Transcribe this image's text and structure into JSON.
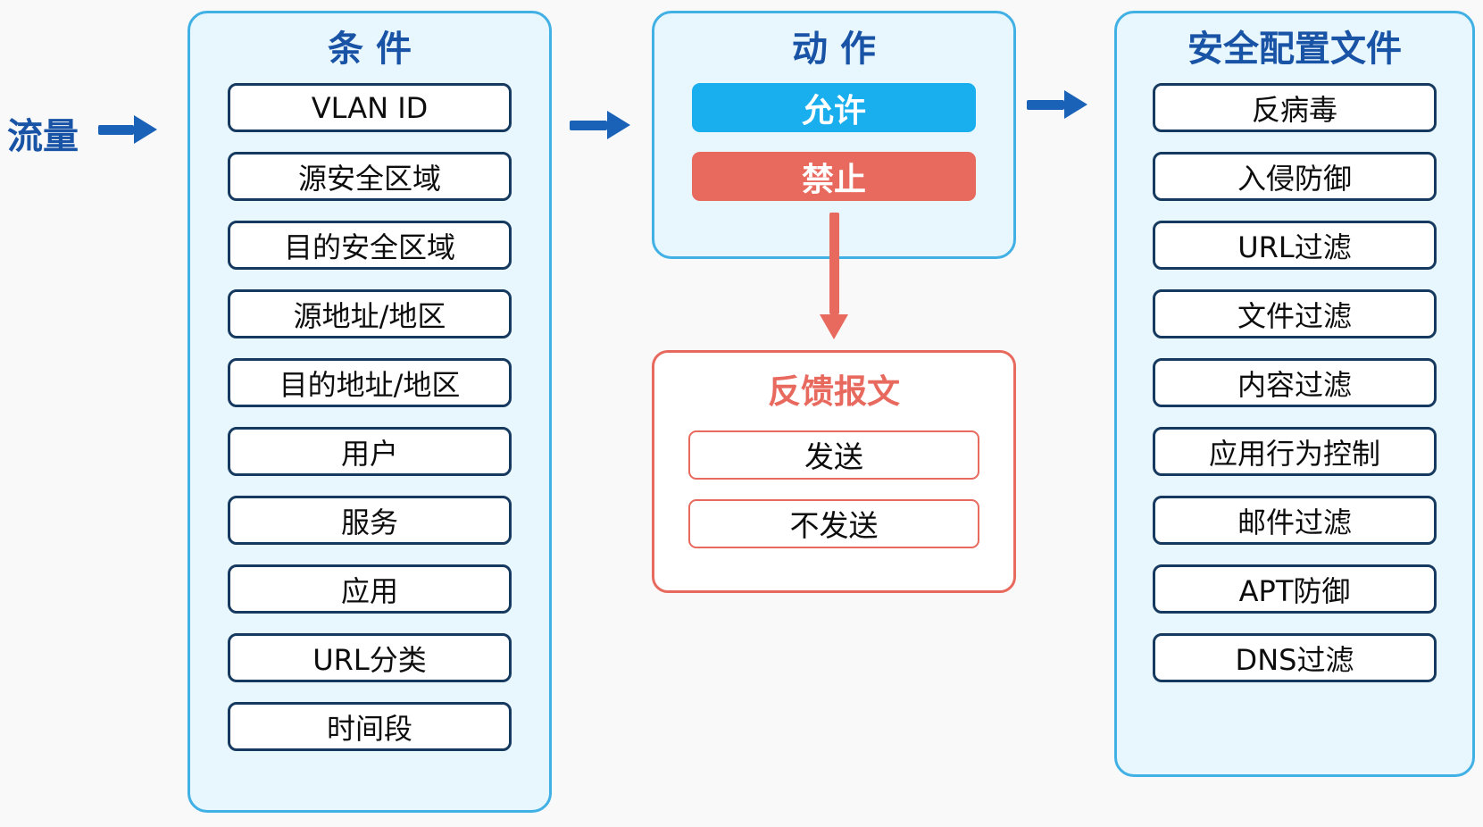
{
  "diagram": {
    "traffic_label": "流量",
    "conditions": {
      "title": "条 件",
      "items": [
        "VLAN ID",
        "源安全区域",
        "目的安全区域",
        "源地址/地区",
        "目的地址/地区",
        "用户",
        "服务",
        "应用",
        "URL分类",
        "时间段"
      ]
    },
    "action": {
      "title": "动 作",
      "permit_label": "允许",
      "deny_label": "禁止"
    },
    "feedback": {
      "title": "反馈报文",
      "items": [
        "发送",
        "不发送"
      ]
    },
    "profiles": {
      "title": "安全配置文件",
      "items": [
        "反病毒",
        "入侵防御",
        "URL过滤",
        "文件过滤",
        "内容过滤",
        "应用行为控制",
        "邮件过滤",
        "APT防御",
        "DNS过滤"
      ]
    },
    "colors": {
      "panel_bg": "#e8f6fd",
      "panel_border": "#41b0e4",
      "title_blue": "#1853a6",
      "box_border": "#16395f",
      "permit_bg": "#19aeee",
      "deny_bg": "#e8695e",
      "arrow_blue": "#1a62b8",
      "red": "#e8695e"
    }
  }
}
